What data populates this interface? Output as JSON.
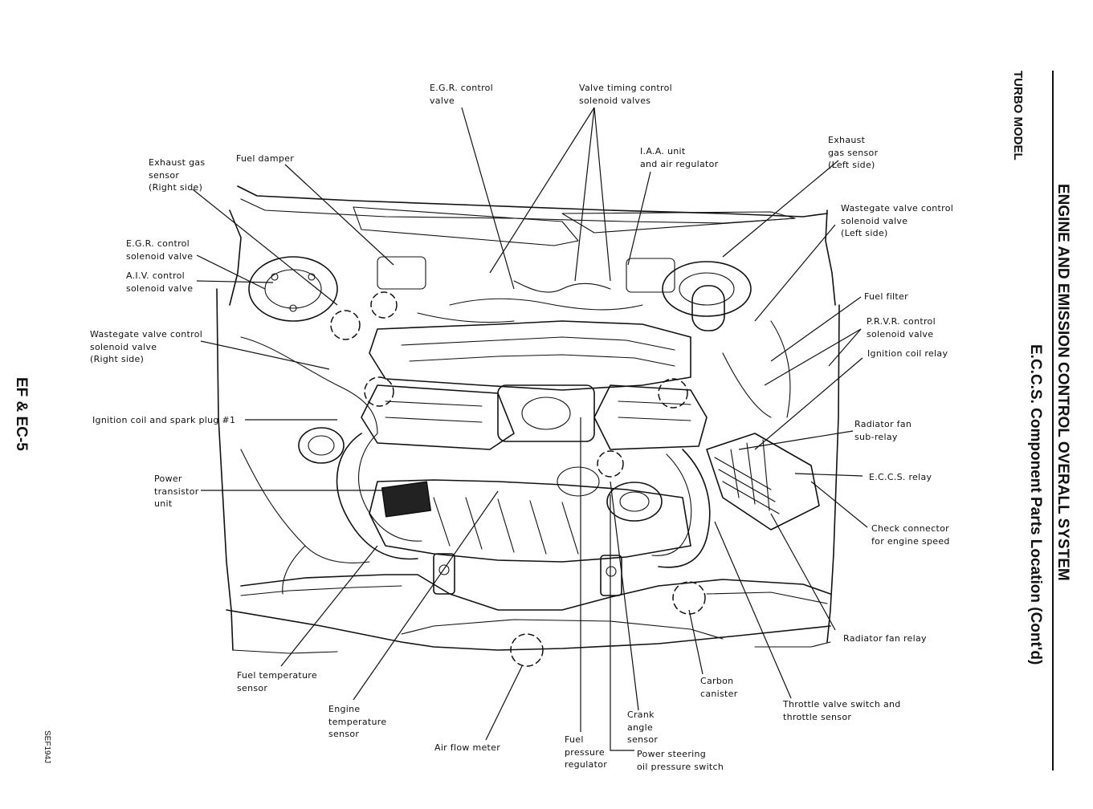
{
  "page": {
    "section_title": "ENGINE AND EMISSION CONTROL OVERALL SYSTEM",
    "subtitle": "E.C.C.S. Component Parts Location (Cont'd)",
    "model": "TURBO MODEL",
    "page_ref": "EF & EC-5",
    "figure_code": "SEF194J"
  },
  "labels": [
    {
      "id": "egr-control-valve",
      "text": "E.G.R. control\nvalve"
    },
    {
      "id": "valve-timing-solenoids",
      "text": "Valve timing control\nsolenoid valves"
    },
    {
      "id": "iaa-unit",
      "text": "I.A.A. unit\nand air regulator"
    },
    {
      "id": "exhaust-gas-sensor-left",
      "text": "Exhaust\ngas sensor\n(Left side)"
    },
    {
      "id": "fuel-damper",
      "text": "Fuel damper"
    },
    {
      "id": "exhaust-gas-sensor-right",
      "text": "Exhaust gas\nsensor\n(Right side)"
    },
    {
      "id": "wastegate-solenoid-left",
      "text": "Wastegate valve control\nsolenoid valve\n(Left side)"
    },
    {
      "id": "egr-control-solenoid",
      "text": "E.G.R. control\nsolenoid valve"
    },
    {
      "id": "aiv-control-solenoid",
      "text": "A.I.V. control\nsolenoid valve"
    },
    {
      "id": "fuel-filter",
      "text": "Fuel filter"
    },
    {
      "id": "prvr-control-solenoid",
      "text": "P.R.V.R. control\nsolenoid valve"
    },
    {
      "id": "wastegate-solenoid-right",
      "text": "Wastegate valve control\nsolenoid valve\n(Right side)"
    },
    {
      "id": "ignition-coil-relay",
      "text": "Ignition coil relay"
    },
    {
      "id": "ignition-coil-spark-plug",
      "text": "Ignition coil and spark plug #1"
    },
    {
      "id": "radiator-fan-sub-relay",
      "text": "Radiator fan\nsub-relay"
    },
    {
      "id": "power-transistor",
      "text": "Power\ntransistor\nunit"
    },
    {
      "id": "eccs-relay",
      "text": "E.C.C.S. relay"
    },
    {
      "id": "check-connector",
      "text": "Check connector\nfor engine speed"
    },
    {
      "id": "radiator-fan-relay",
      "text": "Radiator fan relay"
    },
    {
      "id": "fuel-temperature-sensor",
      "text": "Fuel temperature\nsensor"
    },
    {
      "id": "carbon-canister",
      "text": "Carbon\ncanister"
    },
    {
      "id": "throttle-valve-switch",
      "text": "Throttle valve switch and\nthrottle sensor"
    },
    {
      "id": "engine-temperature-sensor",
      "text": "Engine\ntemperature\nsensor"
    },
    {
      "id": "crank-angle-sensor",
      "text": "Crank\nangle\nsensor"
    },
    {
      "id": "air-flow-meter",
      "text": "Air flow meter"
    },
    {
      "id": "fuel-pressure-regulator",
      "text": "Fuel\npressure\nregulator"
    },
    {
      "id": "power-steering-switch",
      "text": "Power steering\noil pressure switch"
    }
  ]
}
